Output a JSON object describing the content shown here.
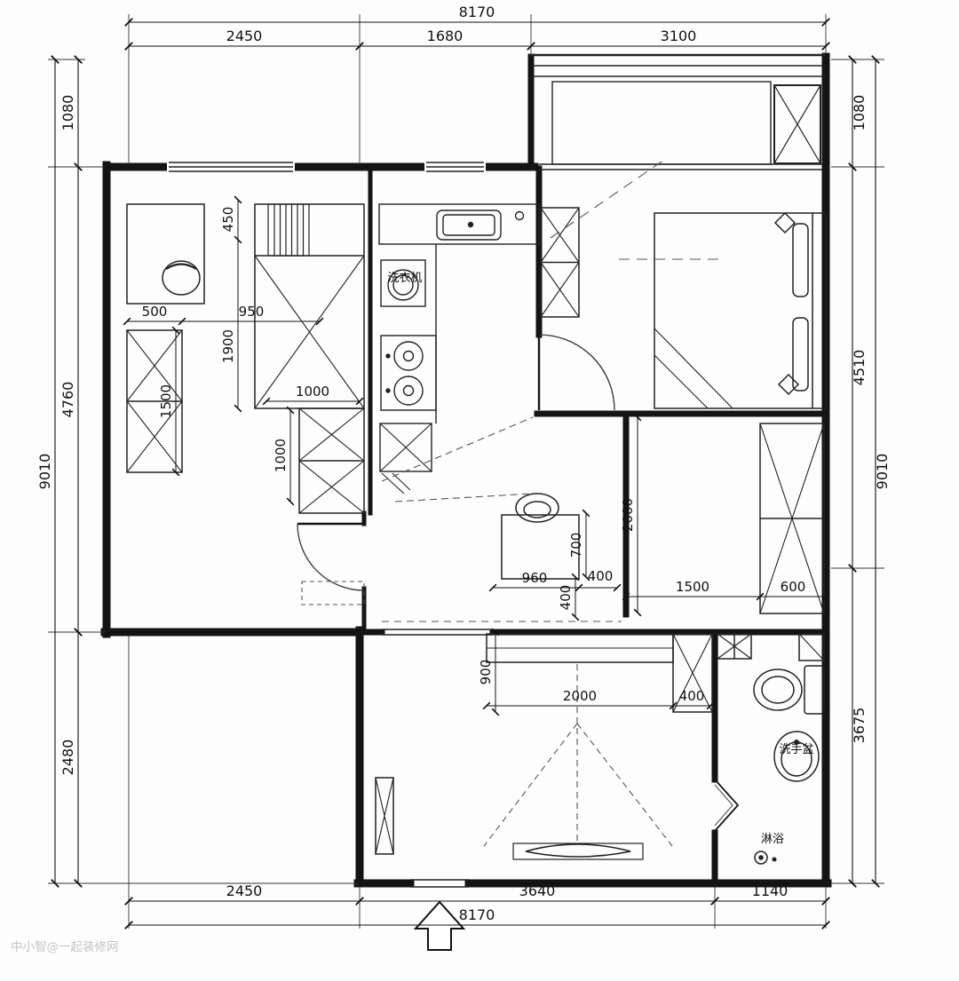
{
  "watermark": "中小智@一起装修网",
  "plan": {
    "labels": {
      "washing_machine": "洗衣机",
      "wash_basin": "洗手盆",
      "shower": "淋浴"
    },
    "colors": {
      "line": "#141414",
      "dash": "#444444",
      "watermark": "#c4c4c4"
    },
    "dimensions": {
      "top_total": "8170",
      "top": [
        "2450",
        "1680",
        "3100"
      ],
      "left_total": "9010",
      "left": [
        "1080",
        "4760",
        "2480"
      ],
      "right_total": "9010",
      "right": [
        "1080",
        "4510",
        "3675"
      ],
      "bottom_total": "8170",
      "bottom": [
        "2450",
        "3640",
        "1140"
      ],
      "interior": {
        "bed_head_gap": "450",
        "wardrobe_width": "500",
        "bed_width": "950",
        "bed_length": "1900",
        "wardrobe_length": "1500",
        "cabinet_width": "1000",
        "cabinet_length": "1000",
        "room2_depth": "2000",
        "desk_depth": "700",
        "desk_width": "960",
        "desk_gap": "400",
        "desk_side_gap": "400",
        "room2_width": "1500",
        "wardrobe2_width": "600",
        "tv_wall_depth": "900",
        "tv_cabinet_width": "2000",
        "tall_cabinet_width": "400"
      }
    }
  }
}
